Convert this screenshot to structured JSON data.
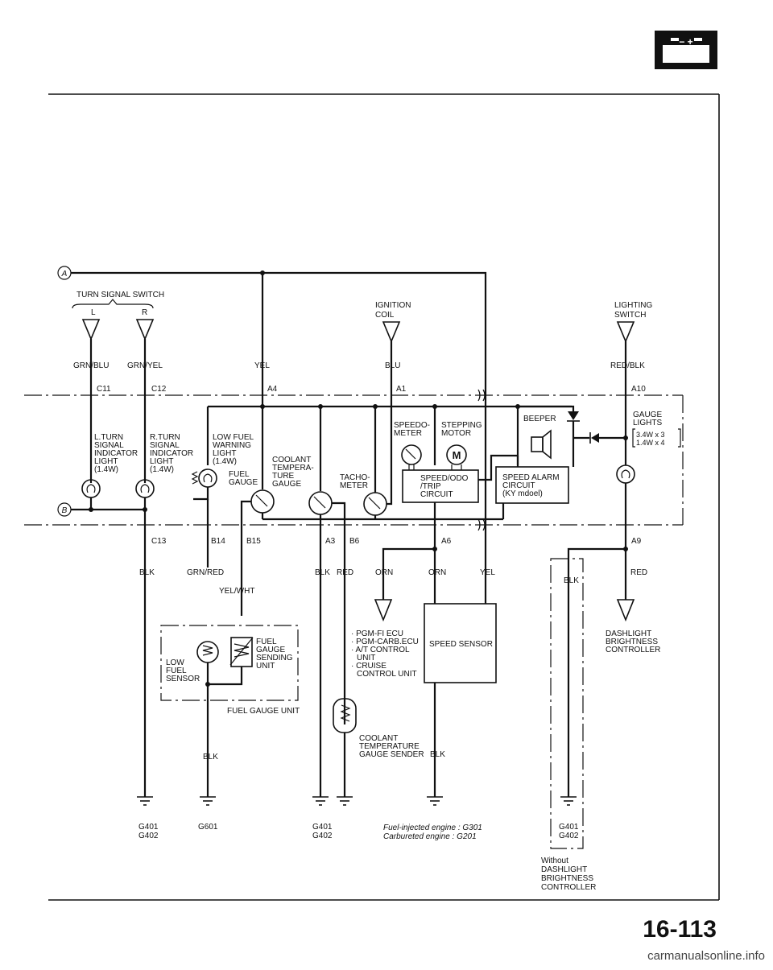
{
  "page": {
    "number": "16-113",
    "watermark": "carmanualsonline.info",
    "battery_symbol": "−  +"
  },
  "connectors": {
    "a": "A",
    "b": "B"
  },
  "top_labels": {
    "turn_signal_switch": "TURN SIGNAL SWITCH",
    "switch_l": "L",
    "switch_r": "R",
    "ignition_coil_1": "IGNITION",
    "ignition_coil_2": "COIL",
    "lighting_switch_1": "LIGHTING",
    "lighting_switch_2": "SWITCH"
  },
  "wire_colors": {
    "grn_blu": "GRN/BLU",
    "grn_yel": "GRN/YEL",
    "yel": "YEL",
    "blu": "BLU",
    "red_blk": "RED/BLK",
    "blk_1": "BLK",
    "grn_red": "GRN/RED",
    "yel_wht": "YEL/WHT",
    "blk_2": "BLK",
    "red_1": "RED",
    "orn_1": "ORN",
    "orn_2": "ORN",
    "yel_2": "YEL",
    "blk_3": "BLK",
    "red_2": "RED",
    "blk_4": "BLK",
    "blk_5": "BLK"
  },
  "pins": {
    "c11": "C11",
    "c12": "C12",
    "a4": "A4",
    "a1": "A1",
    "a10": "A10",
    "c13": "C13",
    "b14": "B14",
    "b15": "B15",
    "a3": "A3",
    "b6": "B6",
    "a6": "A6",
    "a9": "A9"
  },
  "gauge_components": {
    "l_turn": [
      "L.TURN",
      "SIGNAL",
      "INDICATOR",
      "LIGHT",
      "(1.4W)"
    ],
    "r_turn": [
      "R.TURN",
      "SIGNAL",
      "INDICATOR",
      "LIGHT",
      "(1.4W)"
    ],
    "low_fuel": [
      "LOW FUEL",
      "WARNING",
      "LIGHT",
      "(1.4W)"
    ],
    "fuel_gauge": [
      "FUEL",
      "GAUGE"
    ],
    "coolant": [
      "COOLANT",
      "TEMPERA-",
      "TURE",
      "GAUGE"
    ],
    "tacho": [
      "TACHO-",
      "METER"
    ],
    "speedo": [
      "SPEEDO-",
      "METER"
    ],
    "stepping": [
      "STEPPING",
      "MOTOR"
    ],
    "motor_letter": "M",
    "speed_odo": [
      "SPEED/ODO",
      "/TRIP",
      "CIRCUIT"
    ],
    "beeper": "BEEPER",
    "speed_alarm": [
      "SPEED ALARM",
      "CIRCUIT",
      "(KY mdoel)"
    ],
    "gauge_lights": [
      "GAUGE",
      "LIGHTS"
    ],
    "gauge_lights_w": [
      "3.4W x 3",
      "1.4W x 4"
    ]
  },
  "lower_components": {
    "fuel_gauge_sending": [
      "FUEL",
      "GAUGE",
      "SENDING",
      "UNIT"
    ],
    "low_fuel_sensor": [
      "LOW",
      "FUEL",
      "SENSOR"
    ],
    "fuel_gauge_unit": "FUEL GAUGE UNIT",
    "ecu_list": [
      "· PGM-FI ECU",
      "· PGM-CARB.ECU",
      "· A/T CONTROL",
      "UNIT",
      "· CRUISE",
      "CONTROL UNIT"
    ],
    "speed_sensor": "SPEED SENSOR",
    "coolant_sender": [
      "COOLANT",
      "TEMPERATURE",
      "GAUGE SENDER"
    ],
    "dashlight_controller": [
      "DASHLIGHT",
      "BRIGHTNESS",
      "CONTROLLER"
    ],
    "without_note": [
      "Without",
      "DASHLIGHT",
      "BRIGHTNESS",
      "CONTROLLER"
    ]
  },
  "grounds": {
    "g1a": "G401",
    "g1b": "G402",
    "g2": "G601",
    "g3a": "G401",
    "g3b": "G402",
    "g4a": "Fuel-injected engine : G301",
    "g4b": "Carbureted engine : G201",
    "g5a": "G401",
    "g5b": "G402"
  }
}
